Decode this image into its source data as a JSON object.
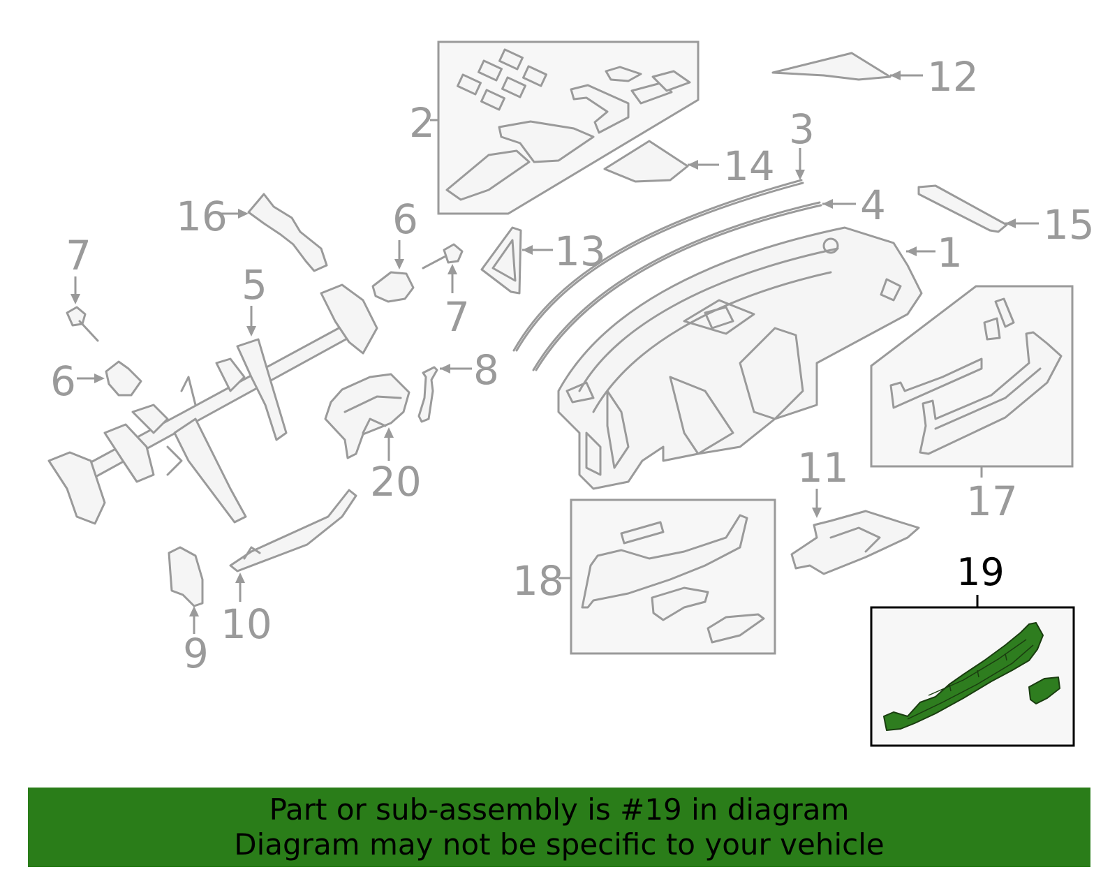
{
  "callouts": {
    "c1": "1",
    "c2": "2",
    "c3": "3",
    "c4": "4",
    "c5": "5",
    "c6a": "6",
    "c6b": "6",
    "c7a": "7",
    "c7b": "7",
    "c8": "8",
    "c9": "9",
    "c10": "10",
    "c11": "11",
    "c12": "12",
    "c13": "13",
    "c14": "14",
    "c15": "15",
    "c16": "16",
    "c17": "17",
    "c18": "18",
    "c19": "19",
    "c20": "20"
  },
  "highlighted_part": "19",
  "colors": {
    "highlight": "#2e7d1f",
    "banner": "#2a7d19",
    "line": "#9a9a9a"
  },
  "banner": {
    "line1": "Part or sub-assembly is #19 in diagram",
    "line2": "Diagram may not be specific to your vehicle"
  }
}
